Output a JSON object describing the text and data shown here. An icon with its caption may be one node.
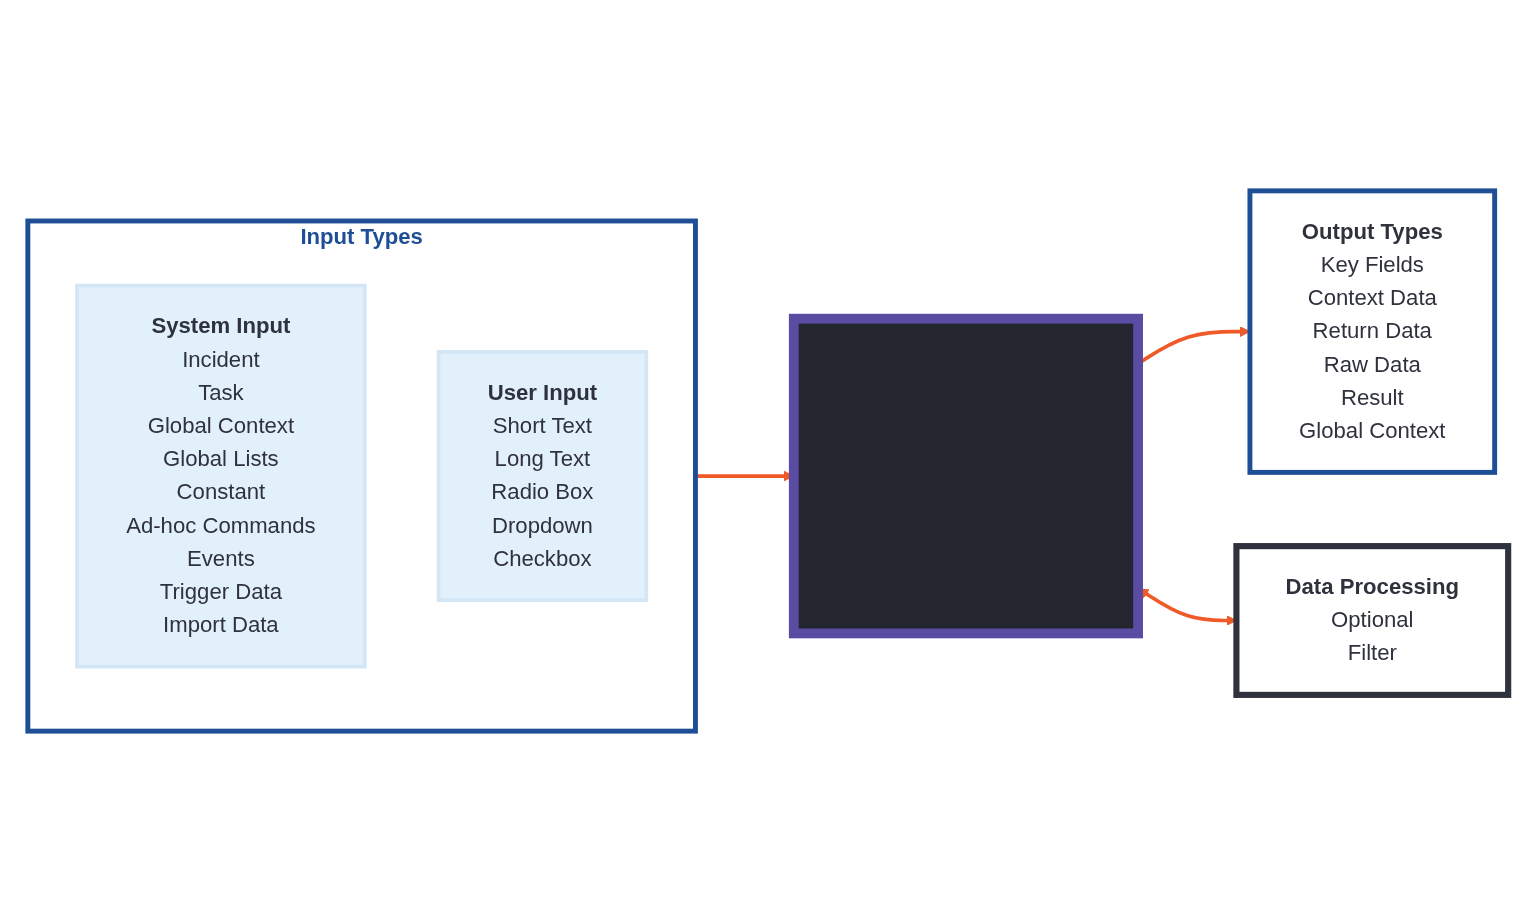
{
  "diagram": {
    "nodes": [
      {
        "text": [
          "Input Types"
        ]
      },
      {
        "text": [
          "System Input",
          "Incident",
          "Task",
          "Global Context",
          "Global Lists",
          "Constant",
          "Ad-hoc Commands",
          "Events",
          "Trigger Data",
          "Import Data"
        ],
        "in": 0
      },
      {
        "text": [
          "User Input",
          "Short Text",
          "Long Text",
          "Radio Box",
          "Dropdown",
          "Checkbox"
        ],
        "in": 0
      },
      {
        "text": [],
        "shape": "box"
      },
      {
        "text": [
          "Output Types",
          "Key Fields",
          "Context Data",
          "Return Data",
          "Raw Data",
          "Result",
          "Global Context"
        ]
      },
      {
        "text": [
          "Data Processing",
          "Optional",
          "Filter"
        ]
      }
    ],
    "edges": [
      {
        "from": 0,
        "to": 3,
        "arrow": "to",
        "color": "#f05a28"
      },
      {
        "from": 3,
        "to": 4,
        "arrow": "to",
        "color": "#f05a28"
      },
      {
        "from": 3,
        "to": 5,
        "arrow": "both",
        "color": "#f05a28"
      }
    ]
  }
}
